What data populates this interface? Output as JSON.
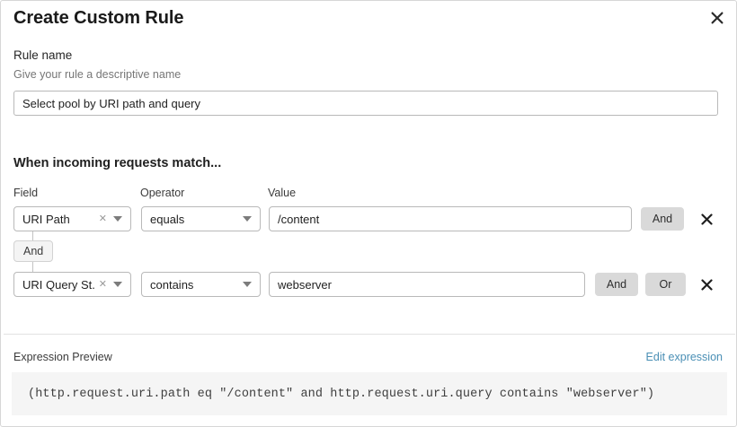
{
  "dialog": {
    "title": "Create Custom Rule",
    "close_icon": "close-icon"
  },
  "rule_name": {
    "label": "Rule name",
    "hint": "Give your rule a descriptive name",
    "value": "Select pool by URI path and query",
    "placeholder": "Give your rule a descriptive name"
  },
  "conditions": {
    "heading": "When incoming requests match...",
    "columns": {
      "field": "Field",
      "operator": "Operator",
      "value": "Value"
    },
    "connector": {
      "label": "And"
    },
    "rows": [
      {
        "field": "URI Path",
        "operator": "equals",
        "value": "/content",
        "clear_icon": "clear-icon",
        "caret_icon": "chevron-down-icon",
        "buttons": [
          "And"
        ],
        "delete_icon": "delete-icon"
      },
      {
        "field": "URI Query St...",
        "operator": "contains",
        "value": "webserver",
        "clear_icon": "clear-icon",
        "caret_icon": "chevron-down-icon",
        "buttons": [
          "And",
          "Or"
        ],
        "delete_icon": "delete-icon"
      }
    ]
  },
  "preview": {
    "label": "Expression Preview",
    "edit_link": "Edit expression",
    "expression": "(http.request.uri.path eq \"/content\" and http.request.uri.query contains \"webserver\")"
  },
  "colors": {
    "link": "#4a8fb5",
    "button_grey": "#d9d9d9",
    "band_grey": "#f5f5f5",
    "border": "#b9b9b9"
  }
}
